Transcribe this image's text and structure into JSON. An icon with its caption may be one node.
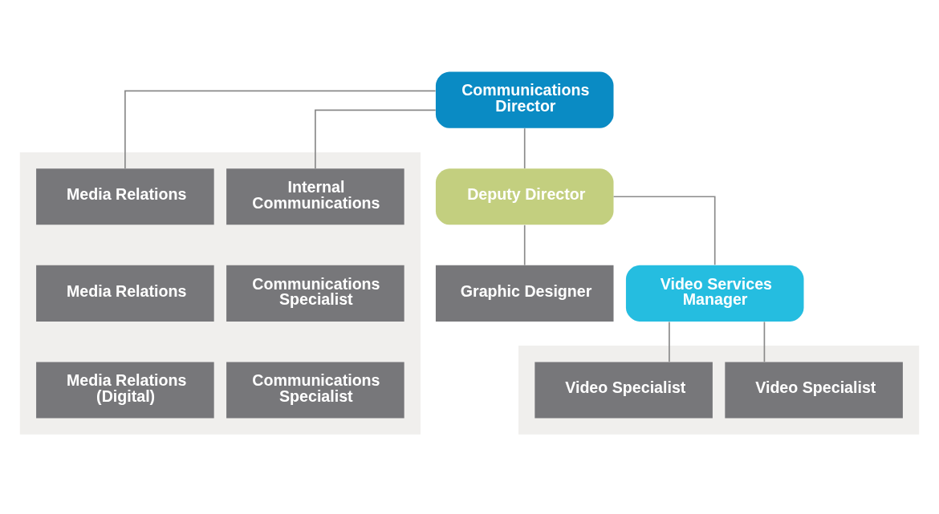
{
  "diagram": {
    "nodes": [
      {
        "text": [
          "Communications Director"
        ]
      },
      {
        "text": [
          "Deputy Director"
        ]
      },
      {
        "text": [
          "Graphic Designer"
        ]
      },
      {
        "text": [
          "Video Services Manager"
        ]
      },
      {
        "text": [],
        "shape": "box"
      },
      {
        "text": [
          "Media Relations"
        ],
        "in": 4
      },
      {
        "text": [
          "Internal Communications"
        ],
        "in": 4
      },
      {
        "text": [
          "Media Relations"
        ],
        "in": 4
      },
      {
        "text": [
          "Communications Specialist"
        ],
        "in": 4
      },
      {
        "text": [
          "Media Relations (Digital)"
        ],
        "in": 4
      },
      {
        "text": [
          "Communications Specialist"
        ],
        "in": 4
      },
      {
        "text": [],
        "shape": "box"
      },
      {
        "text": [
          "Video Specialist"
        ],
        "in": 11
      },
      {
        "text": [
          "Video Specialist"
        ],
        "in": 11
      }
    ],
    "edges": [
      {
        "from": 0,
        "to": 1,
        "arrow": "none"
      },
      {
        "from": 0,
        "to": 5,
        "arrow": "none"
      },
      {
        "from": 0,
        "to": 6,
        "arrow": "none"
      },
      {
        "from": 1,
        "to": 2,
        "arrow": "none"
      },
      {
        "from": 1,
        "to": 3,
        "arrow": "none"
      },
      {
        "from": 3,
        "to": 12,
        "arrow": "none"
      },
      {
        "from": 3,
        "to": 13,
        "arrow": "none"
      }
    ]
  }
}
